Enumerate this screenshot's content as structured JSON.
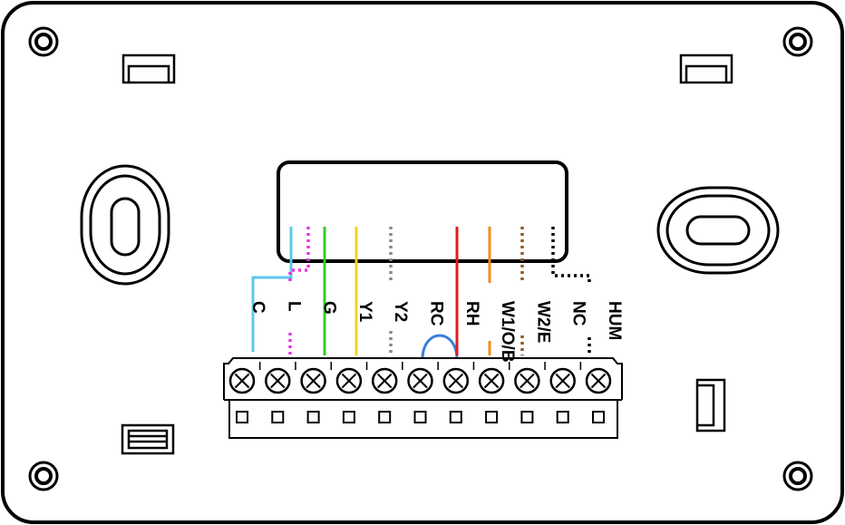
{
  "terminals": [
    {
      "label": "C",
      "wire_color": "#5bc8ea",
      "wire_style": "solid"
    },
    {
      "label": "L",
      "wire_color": "#e633e6",
      "wire_style": "dotted"
    },
    {
      "label": "G",
      "wire_color": "#33cc33",
      "wire_style": "solid"
    },
    {
      "label": "Y1",
      "wire_color": "#f2d41f",
      "wire_style": "solid"
    },
    {
      "label": "Y2",
      "wire_color": "#888888",
      "wire_style": "dotted"
    },
    {
      "label": "RC",
      "wire_color": "#3a7fd6",
      "wire_style": "jumper"
    },
    {
      "label": "RH",
      "wire_color": "#e01b1b",
      "wire_style": "solid"
    },
    {
      "label": "W1/O/B",
      "wire_color": "#f08c1a",
      "wire_style": "solid"
    },
    {
      "label": "W2/E",
      "wire_color": "#8b5a2b",
      "wire_style": "dotted"
    },
    {
      "label": "NC",
      "wire_color": "#000000",
      "wire_style": "dotted"
    },
    {
      "label": "HUM",
      "wire_color": "#000000",
      "wire_style": "dotted"
    }
  ],
  "colors": {
    "outline": "#000000",
    "background": "#ffffff",
    "jumper": "#3a7fd6"
  }
}
